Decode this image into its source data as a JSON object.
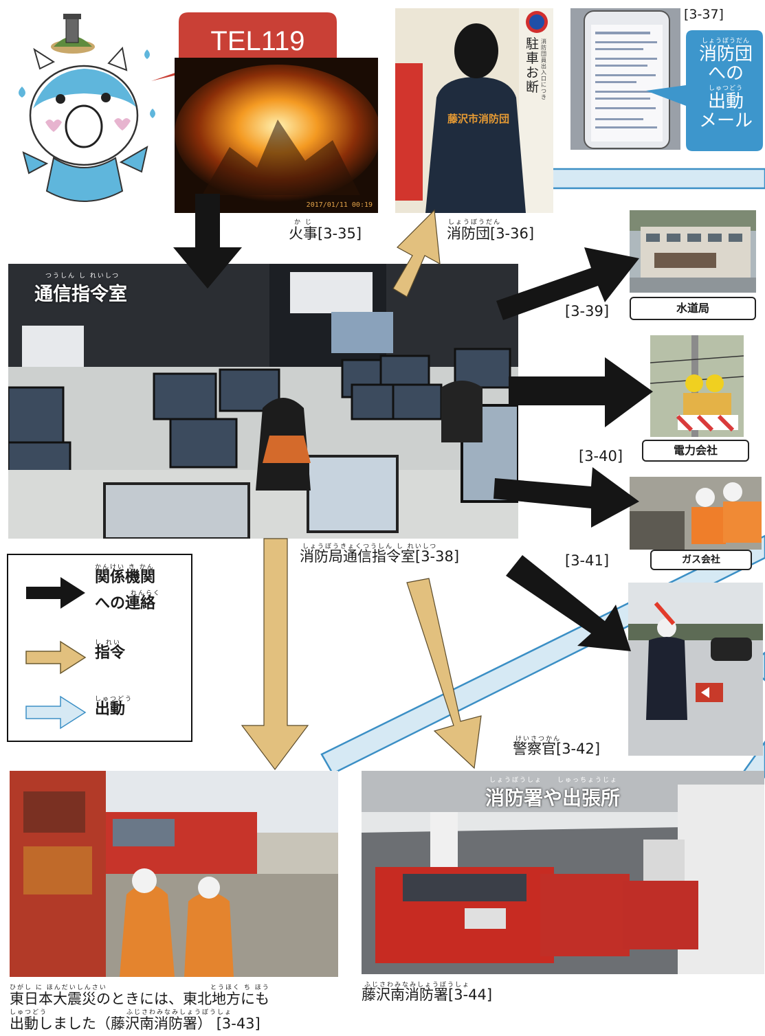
{
  "mascot": {
    "speech": "TEL119"
  },
  "photos": {
    "fire": {
      "timestamp": "2017/01/11 00:19",
      "caption": "火事",
      "caption_ruby": "か じ",
      "ref": "[3-35]"
    },
    "fire_brigade": {
      "jacket_text": "藤沢市消防団",
      "sign_text": "駐車お断",
      "sign_sub": "消防団員出入口につき",
      "caption": "消防団",
      "caption_ruby": "しょうぼうだん",
      "ref": "[3-36]"
    },
    "phone": {
      "ref": "[3-37]",
      "bubble_ruby": "しょうぼうだん",
      "bubble_line1": "消防団",
      "bubble_line2": "への",
      "bubble_ruby2": "しゅつどう",
      "bubble_line3": "出動",
      "bubble_line4": "メール"
    },
    "command_room": {
      "overlay": "通信指令室",
      "overlay_ruby": "つうしん し れいしつ",
      "caption": "消防局通信指令室",
      "caption_ruby": "しょうぼうきょくつうしん し れいしつ",
      "ref": "[3-38]"
    },
    "water": {
      "ref": "[3-39]",
      "label": "水道局"
    },
    "power": {
      "ref": "[3-40]",
      "label": "電力会社"
    },
    "gas": {
      "ref": "[3-41]",
      "label": "ガス会社"
    },
    "police": {
      "caption": "警察官",
      "caption_ruby": "けいさつかん",
      "ref": "[3-42]"
    },
    "earthquake": {
      "caption_line1": "東日本大震災のときには、東北地方にも",
      "caption_line1_ruby_a": "ひがし に ほんだいしんさい",
      "caption_line1_ruby_b": "とうほく ち ほう",
      "caption_line2": "出動しました（藤沢南消防署）",
      "caption_line2_ruby_a": "しゅつどう",
      "caption_line2_ruby_b": "ふじさわみなみしょうぼうしょ",
      "ref": "[3-43]"
    },
    "station": {
      "overlay": "消防署や出張所",
      "overlay_ruby": "しょうぼうしょ　　しゅっちょうじょ",
      "caption": "藤沢南消防署",
      "caption_ruby": "ふじさわみなみしょうぼうしょ",
      "ref": "[3-44]"
    }
  },
  "legend": {
    "contact": {
      "ruby": "かんけい き かん",
      "line1": "関係機関",
      "ruby2": "れんらく",
      "line2": "への連絡",
      "color": "#111111"
    },
    "command": {
      "ruby": "し れい",
      "label": "指令",
      "color": "#e2c07e"
    },
    "dispatch": {
      "ruby": "しゅつどう",
      "label": "出動",
      "color": "#d6e9f4"
    }
  }
}
